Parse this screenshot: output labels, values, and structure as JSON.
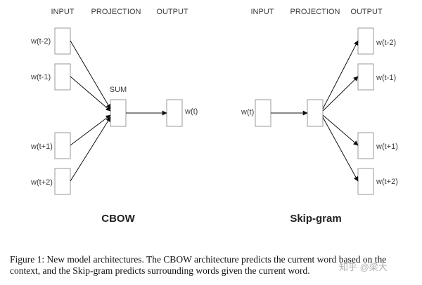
{
  "cbow": {
    "title": "CBOW",
    "headers": {
      "input": "INPUT",
      "projection": "PROJECTION",
      "output": "OUTPUT"
    },
    "inputs": [
      "w(t-2)",
      "w(t-1)",
      "w(t+1)",
      "w(t+2)"
    ],
    "sum_label": "SUM",
    "output": "w(t)"
  },
  "skipgram": {
    "title": "Skip-gram",
    "headers": {
      "input": "INPUT",
      "projection": "PROJECTION",
      "output": "OUTPUT"
    },
    "input": "w(t)",
    "outputs": [
      "w(t-2)",
      "w(t-1)",
      "w(t+1)",
      "w(t+2)"
    ]
  },
  "caption": {
    "line1": "Figure 1: New model architectures. The CBOW architecture predicts the current word based on the",
    "line2": "context, and the Skip-gram predicts surrounding words given the current word."
  },
  "watermark": "知乎 @梁大"
}
